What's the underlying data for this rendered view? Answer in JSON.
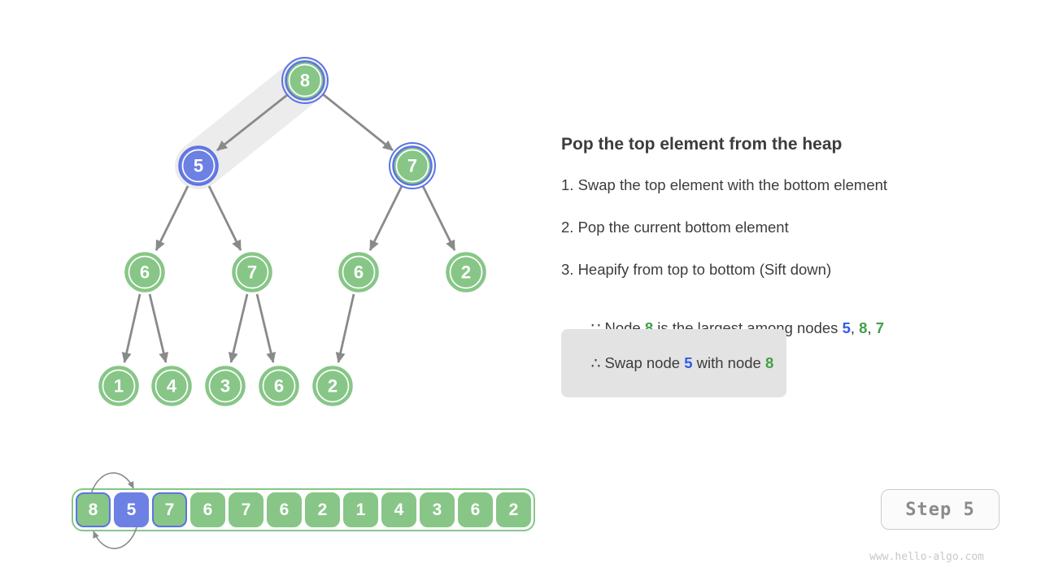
{
  "colors": {
    "green": "#87c687",
    "blue": "#6d80e3",
    "blueborder": "#5b74e2",
    "edge": "#8a8a8a",
    "band": "#ececec",
    "text": "#3c3c3c",
    "textblue": "#2e5ce6",
    "textgreen": "#43a047",
    "boxbg": "#e3e3e3",
    "btntext": "#8b8b8b",
    "wmark": "#c8c8c8"
  },
  "tree": {
    "nodes": [
      {
        "value": "8",
        "state": "green-double-blue-ring"
      },
      {
        "value": "5",
        "state": "blue"
      },
      {
        "value": "7",
        "state": "green-double-blue-ring"
      },
      {
        "value": "6",
        "state": "green"
      },
      {
        "value": "7",
        "state": "green"
      },
      {
        "value": "6",
        "state": "green"
      },
      {
        "value": "2",
        "state": "green"
      },
      {
        "value": "1",
        "state": "green"
      },
      {
        "value": "4",
        "state": "green"
      },
      {
        "value": "3",
        "state": "green"
      },
      {
        "value": "6",
        "state": "green"
      },
      {
        "value": "2",
        "state": "green"
      }
    ]
  },
  "panel": {
    "title": "Pop the top element from the heap",
    "step1": "1. Swap the top element with the bottom element",
    "step2": "2. Pop the current bottom element",
    "step3": "3. Heapify from top to bottom (Sift down)",
    "reason": {
      "s1": "∵ Node ",
      "n1": "8",
      "s2": " is the largest among nodes ",
      "n2": "5",
      "s3": ", ",
      "n3": "8",
      "s4": ", ",
      "n4": "7"
    },
    "action": {
      "s1": "∴ Swap node ",
      "n1": "5",
      "s2": " with node ",
      "n2": "8"
    }
  },
  "array": {
    "cells": [
      {
        "value": "8",
        "highlight": "blue-border"
      },
      {
        "value": "5",
        "highlight": "blue-fill"
      },
      {
        "value": "7",
        "highlight": "blue-border"
      },
      {
        "value": "6",
        "highlight": "none"
      },
      {
        "value": "7",
        "highlight": "none"
      },
      {
        "value": "6",
        "highlight": "none"
      },
      {
        "value": "2",
        "highlight": "none"
      },
      {
        "value": "1",
        "highlight": "none"
      },
      {
        "value": "4",
        "highlight": "none"
      },
      {
        "value": "3",
        "highlight": "none"
      },
      {
        "value": "6",
        "highlight": "none"
      },
      {
        "value": "2",
        "highlight": "none"
      }
    ]
  },
  "step_button": {
    "label": "Step 5"
  },
  "footer": {
    "watermark": "www.hello-algo.com"
  }
}
